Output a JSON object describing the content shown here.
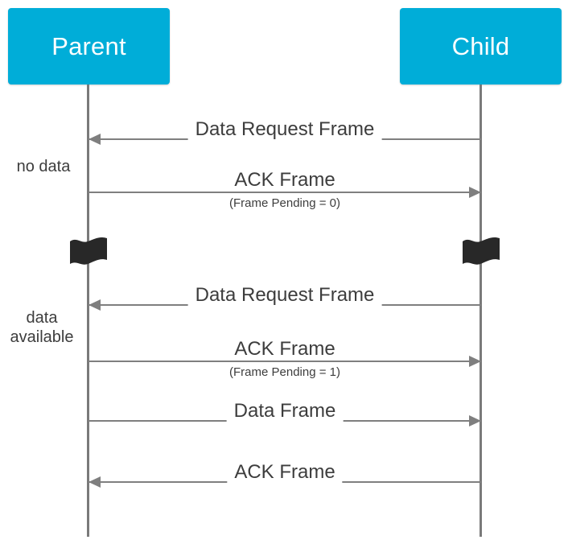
{
  "diagram": {
    "type": "sequence-diagram",
    "background_color": "#ffffff",
    "actor_color": "#00ADD8",
    "line_color": "#7f7f7f",
    "lifeline_color": "#7a7a7a",
    "text_color": "#3d3d3d",
    "break_color": "#282828"
  },
  "actors": [
    {
      "id": "parent",
      "label": "Parent"
    },
    {
      "id": "child",
      "label": "Child"
    }
  ],
  "notes": [
    {
      "id": "no-data",
      "label": "no data"
    },
    {
      "id": "data-available",
      "label": "data\navailable"
    }
  ],
  "breaks": [
    {
      "id": "break-parent",
      "icon": "time-break-icon"
    },
    {
      "id": "break-child",
      "icon": "time-break-icon"
    }
  ],
  "messages": [
    {
      "id": "msg-1",
      "label": "Data Request Frame",
      "sublabel": "",
      "direction": "child-to-parent",
      "arrow": "left"
    },
    {
      "id": "msg-2",
      "label": "ACK Frame",
      "sublabel": "(Frame Pending = 0)",
      "direction": "parent-to-child",
      "arrow": "right"
    },
    {
      "id": "msg-3",
      "label": "Data Request Frame",
      "sublabel": "",
      "direction": "child-to-parent",
      "arrow": "left"
    },
    {
      "id": "msg-4",
      "label": "ACK Frame",
      "sublabel": "(Frame Pending = 1)",
      "direction": "parent-to-child",
      "arrow": "right"
    },
    {
      "id": "msg-5",
      "label": "Data Frame",
      "sublabel": "",
      "direction": "parent-to-child",
      "arrow": "right"
    },
    {
      "id": "msg-6",
      "label": "ACK Frame",
      "sublabel": "",
      "direction": "child-to-parent",
      "arrow": "left"
    }
  ]
}
